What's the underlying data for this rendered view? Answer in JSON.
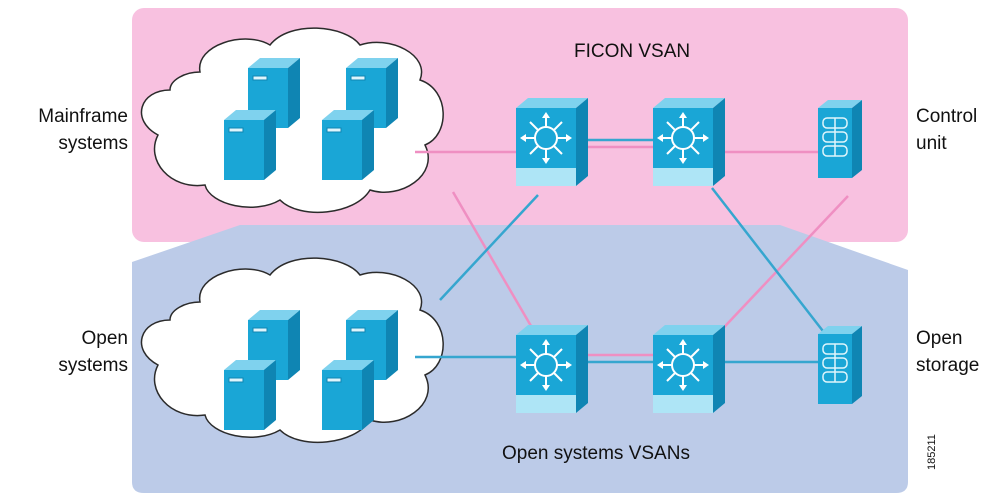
{
  "title": "FICON VSAN",
  "subtitle": "Open systems VSANs",
  "labels": {
    "mainframe_systems": [
      "Mainframe",
      "systems"
    ],
    "control_unit": [
      "Control",
      "unit"
    ],
    "open_systems": [
      "Open",
      "systems"
    ],
    "open_storage": [
      "Open",
      "storage"
    ]
  },
  "catalog_number": "185211",
  "colors": {
    "ficon_zone": "#f8c1e0",
    "open_zone": "#bccbe8",
    "ficon_link": "#ef8fc2",
    "open_link": "#36a6cf",
    "device_blue": "#17a4d4"
  },
  "icons": {
    "server": "server-tower-icon",
    "switch": "director-switch-icon",
    "storage": "storage-array-icon",
    "cloud": "cloud-icon"
  }
}
